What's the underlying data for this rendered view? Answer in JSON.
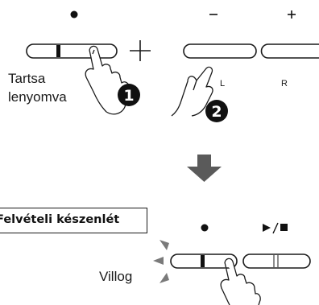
{
  "step1": {
    "button_symbol": "●",
    "hold_line1": "Tartsa",
    "hold_line2": "lenyomva",
    "step_number": "1"
  },
  "plus_sign": "+",
  "step2": {
    "minus_symbol": "−",
    "plus_symbol": "+",
    "key_left": "L",
    "key_right": "R",
    "step_number": "2"
  },
  "result": {
    "banner_text": "Felvételi készenlét",
    "rec_symbol": "●",
    "play_stop_symbol": "►/■",
    "blink_label": "Villog"
  },
  "colors": {
    "ink": "#1a1a1a",
    "arrow": "#5a5a5a",
    "indicator": "#7a7a7a",
    "badge": "#111111"
  },
  "icons": [
    "hand-press-icon",
    "down-arrow-icon",
    "blink-indicator-icon",
    "number-badge-icon"
  ]
}
